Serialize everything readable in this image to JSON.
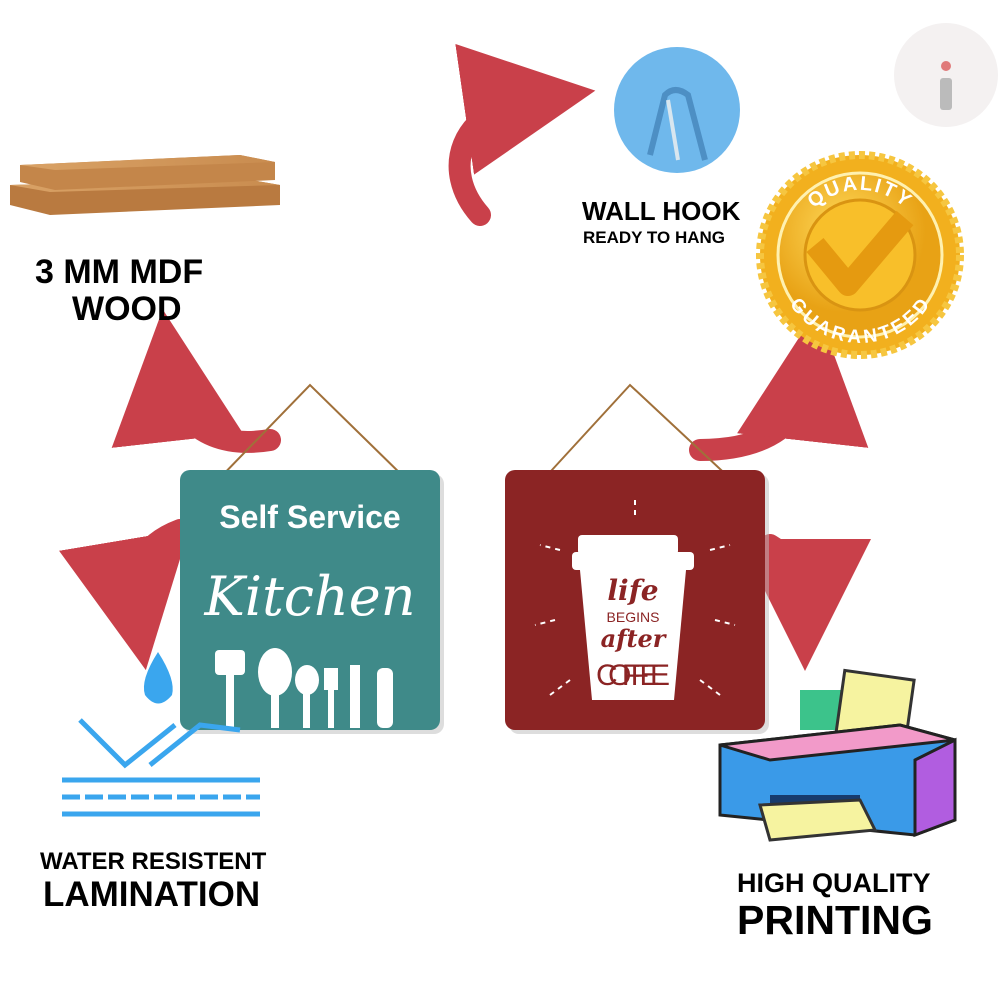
{
  "features": {
    "wood": {
      "line1": "3 MM MDF",
      "line2": "WOOD"
    },
    "hook": {
      "title": "WALL HOOK",
      "subtitle": "READY TO HANG"
    },
    "lamination": {
      "line1": "WATER RESISTENT",
      "line2": "LAMINATION"
    },
    "printing": {
      "line1": "HIGH QUALITY",
      "line2": "PRINTING"
    }
  },
  "badge": {
    "top": "QUALITY",
    "bottom": "GUARANTEED"
  },
  "signs": {
    "left": {
      "line1": "Self Service",
      "line2": "Kitchen",
      "color": "#3f8a89"
    },
    "right": {
      "line1": "life",
      "line2": "BEGINS",
      "line3": "after",
      "line4": "COFFEE",
      "color": "#8b2424"
    }
  },
  "colors": {
    "arrow": "#c9404a",
    "hook": "#6fb8ec",
    "gold": "#f2b01e"
  }
}
